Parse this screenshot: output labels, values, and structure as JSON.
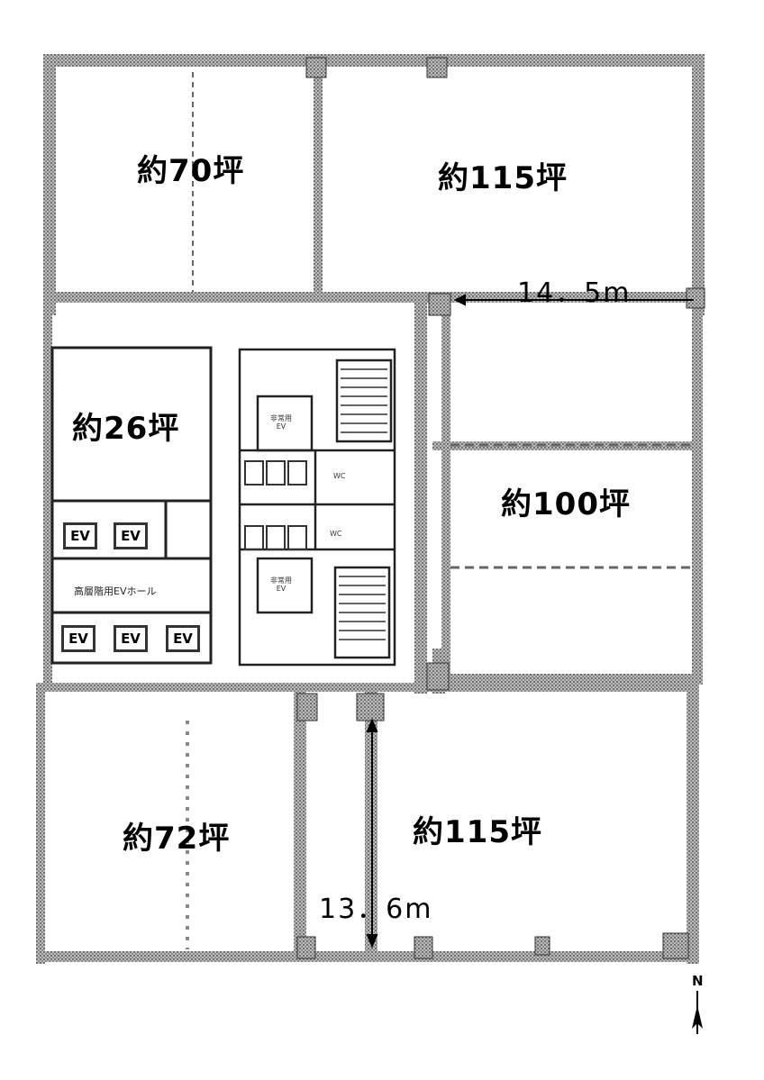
{
  "rooms": {
    "nw": "約70坪",
    "ne": "約115坪",
    "w_mid": "約26坪",
    "e_mid": "約100坪",
    "sw": "約72坪",
    "se": "約115坪"
  },
  "dimensions": {
    "top": "14．5m",
    "bottom": "13．6m"
  },
  "elevator": {
    "label": "EV",
    "hall": "高層階用EVホール",
    "freight": "非常用\nEV",
    "freight2": "非常用\nEV"
  },
  "wc": {
    "label": "WC"
  },
  "compass": {
    "north": "N"
  }
}
